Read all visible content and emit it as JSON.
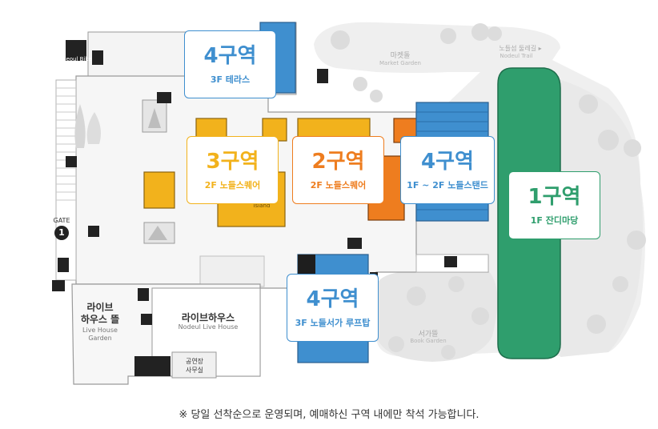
{
  "colors": {
    "zone_blue": "#3f8fcf",
    "zone_blue_dark": "#2a5f8f",
    "zone_yellow": "#f2b21c",
    "zone_orange": "#ee7d1f",
    "zone_green": "#2f9e6d",
    "zone_green_dark": "#1f6e4c",
    "building_gray": "#d8d8d8",
    "outline_gray": "#9a9a9a",
    "park_gray": "#ececec"
  },
  "zones": {
    "terrace": {
      "title": "4구역",
      "sub": "3F 테라스"
    },
    "square_3": {
      "title": "3구역",
      "sub": "2F 노들스퀘어"
    },
    "square_2": {
      "title": "2구역",
      "sub": "2F 노들스퀘어"
    },
    "stand": {
      "title": "4구역",
      "sub": "1F ~ 2F 노들스탠드"
    },
    "lawn": {
      "title": "1구역",
      "sub": "1F 잔디마당"
    },
    "rooftop": {
      "title": "4구역",
      "sub": "3F 노들서가 루프탑"
    }
  },
  "labels": {
    "seoul_bike": "Seoul Bike",
    "gate": "GATE",
    "gate_number": "1",
    "market_ko": "마켓돌",
    "market_en": "Market Garden",
    "trail_ko": "노들섬 둘레길 ▸",
    "trail_en": "Nodeul Trail",
    "island": "Island",
    "livehouse_garden_ko_1": "라이브",
    "livehouse_garden_ko_2": "하우스 뜰",
    "livehouse_garden_en_1": "Live House",
    "livehouse_garden_en_2": "Garden",
    "livehouse_ko": "라이브하우스",
    "livehouse_en": "Nodeul Live House",
    "office_1": "공연장",
    "office_2": "사무실",
    "book_ko": "서가뜰",
    "book_en": "Book Garden"
  },
  "footnote": "※ 당일 선착순으로 운영되며, 예매하신 구역 내에만 착석 가능합니다."
}
